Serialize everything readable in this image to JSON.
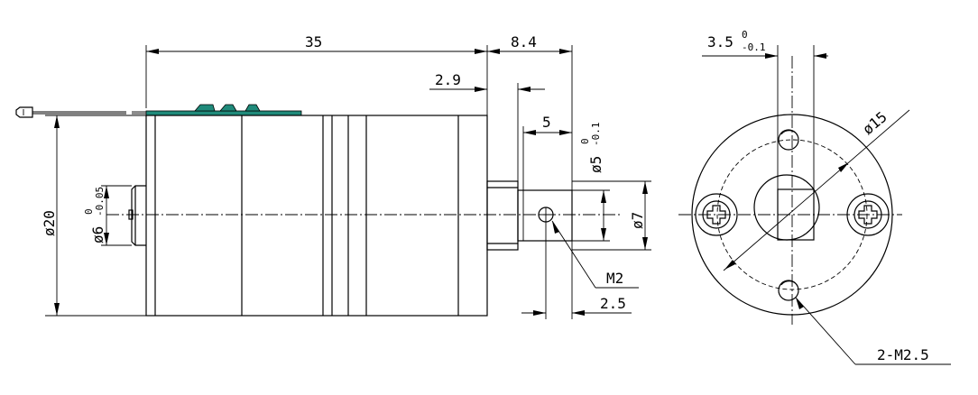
{
  "drawing": {
    "dimensions": {
      "body_length": "35",
      "shaft_length": "8.4",
      "shoulder_offset": "2.9",
      "flat_length": "5",
      "flat_dia": "ø5",
      "flat_dia_tol_upper": "0",
      "flat_dia_tol_lower": "-0.1",
      "boss_dia": "ø7",
      "body_dia": "ø20",
      "rear_boss_dia": "ø6",
      "rear_boss_tol_upper": "0",
      "rear_boss_tol_lower": "-0.05",
      "set_screw": "M2",
      "set_screw_offset": "2.5",
      "flat_width": "3.5",
      "flat_width_tol_upper": "0",
      "flat_width_tol_lower": "-0.1",
      "pcd": "ø15",
      "mount_screws": "2-M2.5"
    },
    "colors": {
      "line": "#000000",
      "connector": "#1f8a7a",
      "background": "#ffffff"
    }
  }
}
